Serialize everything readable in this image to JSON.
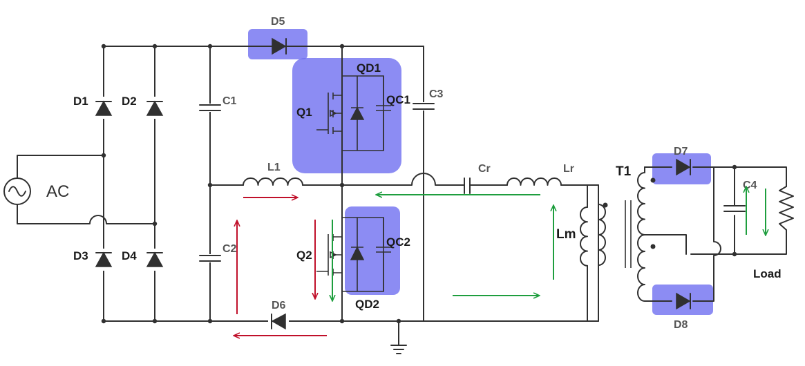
{
  "source": {
    "label": "AC"
  },
  "diodes": {
    "d1": "D1",
    "d2": "D2",
    "d3": "D3",
    "d4": "D4",
    "d5": "D5",
    "d6": "D6",
    "d7": "D7",
    "d8": "D8"
  },
  "capacitors": {
    "c1": "C1",
    "c2": "C2",
    "c3": "C3",
    "c4": "C4",
    "cr": "Cr"
  },
  "inductors": {
    "l1": "L1",
    "lr": "Lr",
    "lm": "Lm"
  },
  "switches": {
    "q1": "Q1",
    "q2": "Q2",
    "qd1": "QD1",
    "qd2": "QD2",
    "qc1": "QC1",
    "qc2": "QC2"
  },
  "transformer": {
    "t1": "T1"
  },
  "load": {
    "label": "Load"
  },
  "colors": {
    "highlight": "#6b6bf0",
    "current_path_red": "#c0102a",
    "current_path_green": "#1e9e3e",
    "wire": "#303030"
  }
}
